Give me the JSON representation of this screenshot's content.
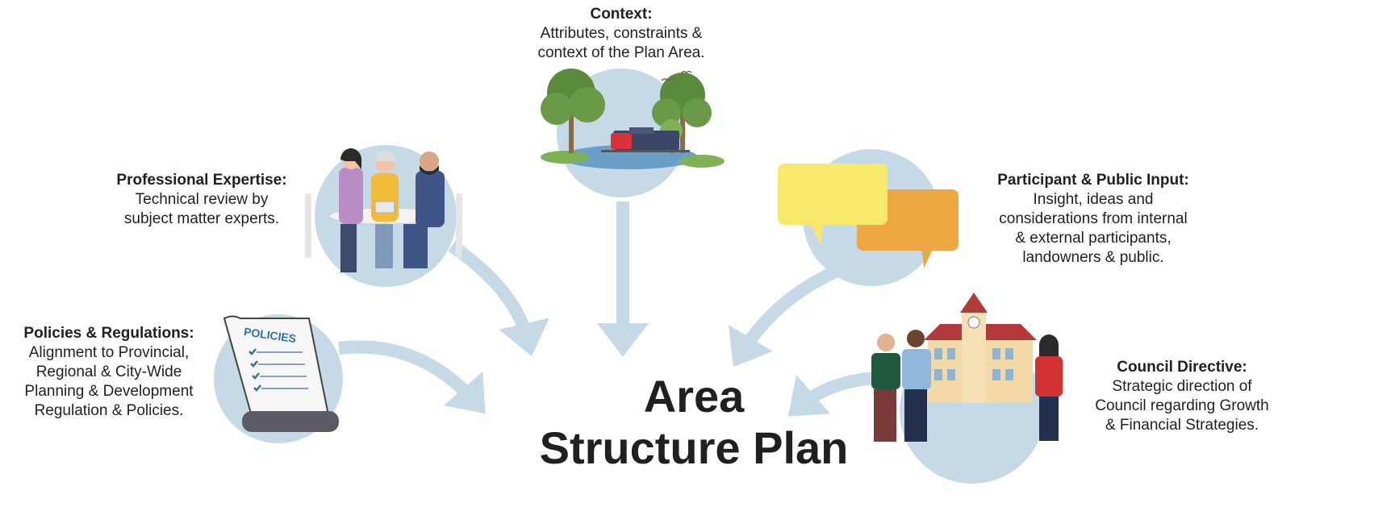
{
  "title": {
    "line1": "Area",
    "line2": "Structure Plan"
  },
  "inputs": [
    {
      "heading": "Context:",
      "lines": [
        "Attributes, constraints &",
        "context of the Plan Area."
      ]
    },
    {
      "heading": "Professional Expertise:",
      "lines": [
        "Technical review by",
        "subject matter experts."
      ]
    },
    {
      "heading": "Participant & Public Input:",
      "lines": [
        "Insight, ideas and",
        "considerations from internal",
        "& external participants,",
        "landowners & public."
      ]
    },
    {
      "heading": "Policies & Regulations:",
      "lines": [
        "Alignment to Provincial,",
        "Regional & City-Wide",
        "Planning & Development",
        "Regulation & Policies."
      ]
    },
    {
      "heading": "Council Directive:",
      "lines": [
        "Strategic direction of",
        "Council regarding Growth",
        "& Financial Strategies."
      ]
    }
  ],
  "illustrations": {
    "policies_scroll_label": "POLICIES"
  },
  "colors": {
    "arrow": "#c5d9e6",
    "circle": "#c5d9e6",
    "text": "#231f20",
    "bubble_yellow": "#f7e96b",
    "bubble_orange": "#eca742"
  }
}
